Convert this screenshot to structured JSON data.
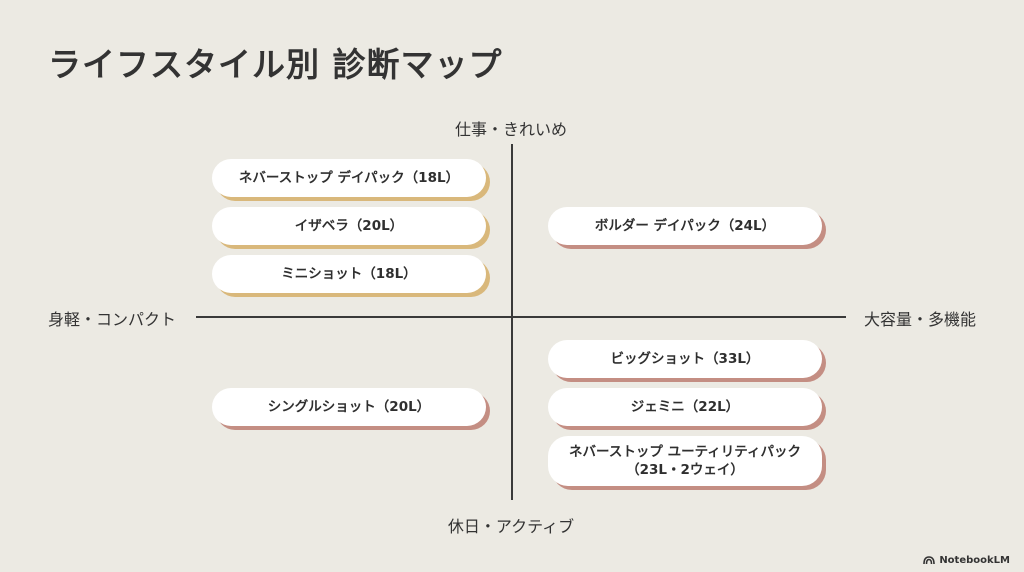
{
  "title": "ライフスタイル別 診断マップ",
  "axes": {
    "top": "仕事・きれいめ",
    "bottom": "休日・アクティブ",
    "left": "身軽・コンパクト",
    "right": "大容量・多機能"
  },
  "quadrants": {
    "top_left": [
      "ネバーストップ デイパック（18L）",
      "イザベラ（20L）",
      "ミニショット（18L）"
    ],
    "top_right": [
      "ボルダー デイパック（24L）"
    ],
    "bottom_left": [
      "シングルショット（20L）"
    ],
    "bottom_right": [
      "ビッグショット（33L）",
      "ジェミニ（22L）",
      "ネバーストップ ユーティリティパック\n（23L・2ウェイ）"
    ]
  },
  "colors": {
    "background": "#eceae3",
    "work_shadow": "#d9b87b",
    "capacity_shadow": "#c48e83"
  },
  "watermark": {
    "text": "NotebookLM",
    "icon": "notebooklm-logo-icon"
  }
}
